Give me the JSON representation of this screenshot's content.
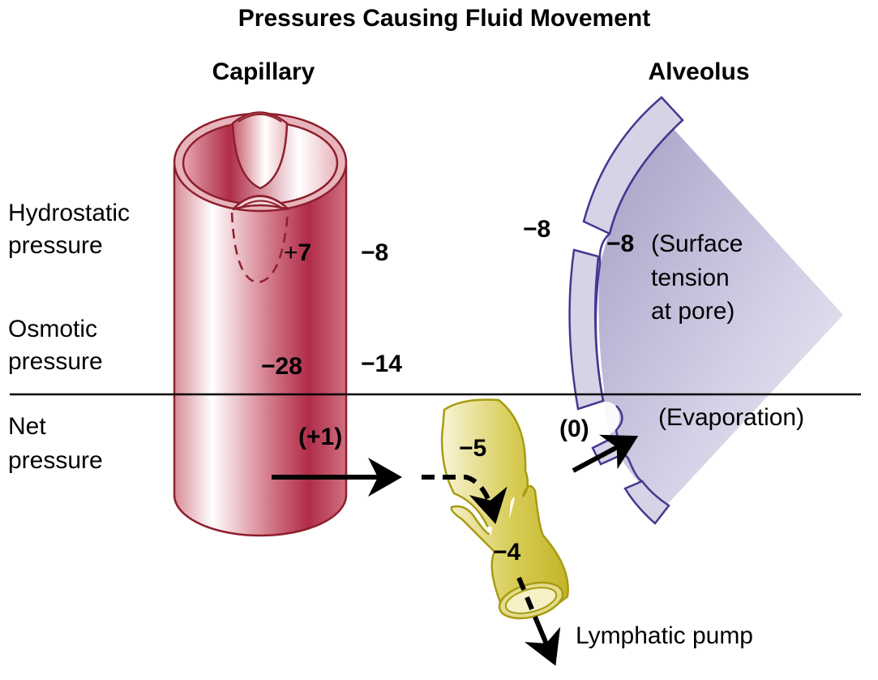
{
  "title": "Pressures Causing Fluid Movement",
  "columns": {
    "capillary": "Capillary",
    "alveolus": "Alveolus"
  },
  "row_labels": {
    "hydrostatic": [
      "Hydrostatic",
      "pressure"
    ],
    "osmotic": [
      "Osmotic",
      "pressure"
    ],
    "net": [
      "Net",
      "pressure"
    ]
  },
  "values": {
    "capillary_hydrostatic": "+7",
    "interstitial_hydrostatic": "−8",
    "alveolar_hydrostatic_outer": "−8",
    "alveolar_surface_tension": "−8",
    "capillary_osmotic": "−28",
    "interstitial_osmotic": "−14",
    "net_capillary": "(+1)",
    "lymph_upper": "−5",
    "lymph_lower": "−4",
    "net_alveolus": "(0)"
  },
  "annotations": {
    "surface_tension": [
      "(Surface",
      "tension",
      "at pore)"
    ],
    "evaporation": "(Evaporation)",
    "lymphatic_pump": "Lymphatic pump"
  },
  "colors": {
    "capillary_dark": "#b02c48",
    "capillary_outline": "#8e1f2c",
    "lymph_fill": "#c9bc2a",
    "lymph_outline": "#a89b12",
    "alveolus_fill": "#a9a3c7",
    "alveolus_light": "#d6d3e6",
    "alveolus_outline": "#4a3590"
  }
}
